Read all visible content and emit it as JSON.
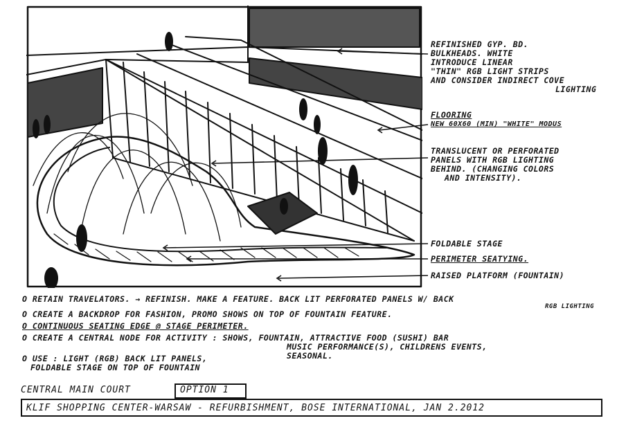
{
  "callouts": [
    {
      "lines": [
        "Refinished Gyp. Bd.",
        "Bulkheads. White",
        "Introduce linear",
        "\"Thin\" RGB light strips",
        "and consider indirect cove",
        "lighting"
      ]
    },
    {
      "lines": [
        "Flooring",
        "New 60x60 (min) \"White\" modus"
      ]
    },
    {
      "lines": [
        "Translucent or perforated",
        "panels with RGB lighting",
        "behind. (Changing colors",
        "and intensity)."
      ]
    },
    {
      "lines": [
        "Foldable stage"
      ]
    },
    {
      "lines": [
        "Perimeter seatying."
      ]
    },
    {
      "lines": [
        "Raised platform (fountain)"
      ]
    }
  ],
  "notes": [
    {
      "lines": [
        "o Retain travelators. → Refinish. Make a feature. Back lit perforated panels w/ back",
        "RGB lighting"
      ]
    },
    {
      "lines": [
        "o Create a backdrop for fashion, promo shows on top of fountain feature."
      ]
    },
    {
      "lines": [
        "o Continuous seating edge @ stage perimeter."
      ]
    },
    {
      "lines": [
        "o Create a central node for activity : shows, fountain, attractive food (sushi) bar",
        "music performance(s), childrens events,",
        "seasonal."
      ]
    },
    {
      "lines": [
        "o Use : Light (RGB) back lit panels,",
        "foldable stage on top of fountain"
      ]
    }
  ],
  "title": {
    "heading": "Central Main Court",
    "option": "Option 1",
    "project": "KLIF Shopping Center-Warsaw - Refurbishment, BOSE International, Jan 2.2012"
  }
}
